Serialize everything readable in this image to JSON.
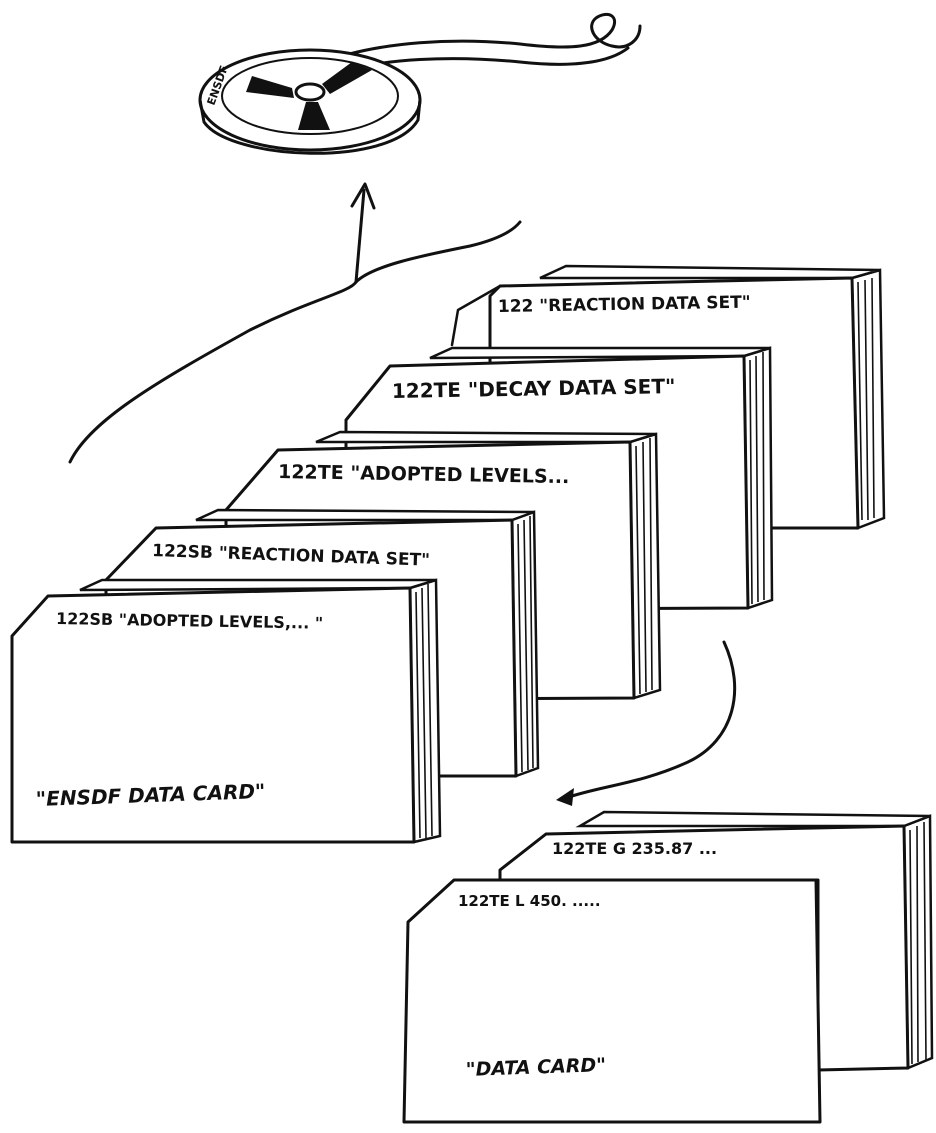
{
  "tape": {
    "label": "ENSDF"
  },
  "decks": [
    {
      "header": "122SB \"ADOPTED LEVELS,... \"",
      "footer": "\"ENSDF DATA CARD\""
    },
    {
      "header": "122SB \"REACTION DATA SET\""
    },
    {
      "header": "122TE \"ADOPTED LEVELS..."
    },
    {
      "header": "122TE \"DECAY DATA SET\""
    },
    {
      "header": "122 \"REACTION DATA SET\""
    }
  ],
  "detail_decks": [
    {
      "header": "122TE L 450. .....",
      "footer": "\"DATA CARD\""
    },
    {
      "header": "122TE G 235.87 ..."
    }
  ]
}
